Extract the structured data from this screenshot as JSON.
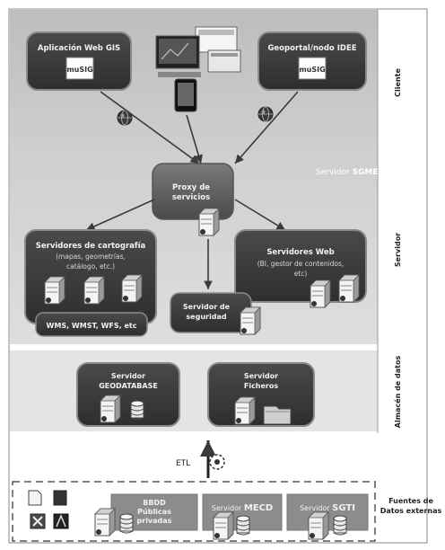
{
  "zones": {
    "client": "Cliente",
    "server": "Servidor",
    "storage": "Almacén de datos",
    "external_line1": "Fuentes de",
    "external_line2": "Datos externas"
  },
  "server_sgme": {
    "prefix": "Servidor ",
    "brand": "SGME"
  },
  "client_boxes": {
    "gis": "Aplicación Web GIS",
    "geoportal": "Geoportal/nodo IDEE",
    "logo_text": "muSIG"
  },
  "proxy": {
    "line1": "Proxy de",
    "line2": "servicios"
  },
  "cartografia": {
    "title": "Servidores de cartografía",
    "sub1": "(mapas, geometrías,",
    "sub2": "catálogo, etc.)",
    "services": "WMS, WMST, WFS, etc"
  },
  "web": {
    "title": "Servidores Web",
    "sub1": "(BI, gestor de contenidos,",
    "sub2": "etc)"
  },
  "seguridad": {
    "line1": "Servidor de",
    "line2": "seguridad"
  },
  "geodatabase": {
    "line1": "Servidor",
    "line2": "GEODATABASE"
  },
  "ficheros": {
    "line1": "Servidor",
    "line2": "Ficheros"
  },
  "etl": "ETL",
  "external": {
    "bbdd1": "BBDD",
    "bbdd2": "Públicas",
    "bbdd3": "privadas",
    "mecd_prefix": "Servidor ",
    "mecd_brand": "MECD",
    "sgti_prefix": "Servidor ",
    "sgti_brand": "SGTI"
  },
  "colors": {
    "dark_box": "#3a3a3a",
    "box_border": "#8a8a8a",
    "client_bg": "#c4c4c4",
    "server_bg": "#d6d6d6",
    "storage_bg": "#e6e6e6",
    "ext_box": "#8c8c8c"
  }
}
